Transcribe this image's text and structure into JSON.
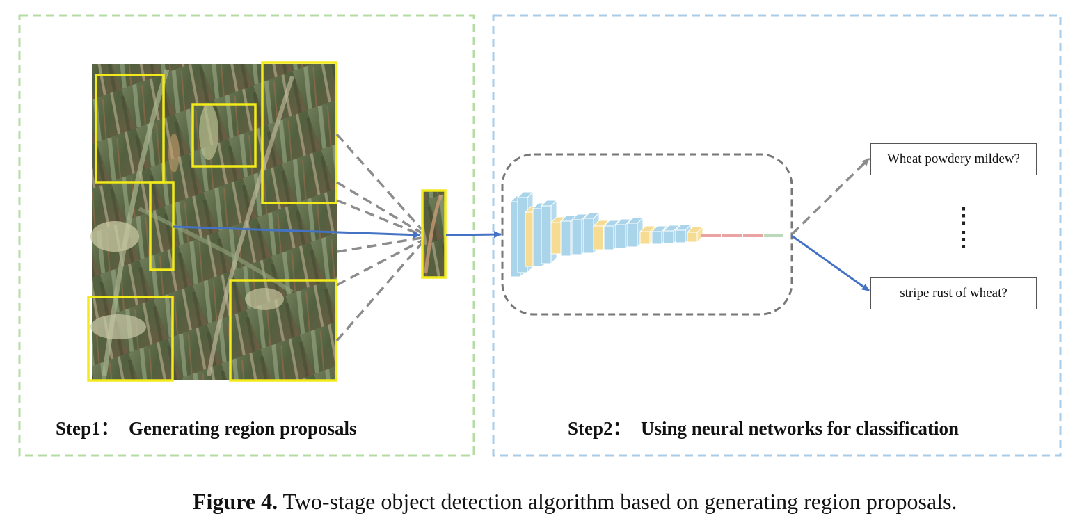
{
  "step1": {
    "label": "Step1：  Generating region proposals"
  },
  "step2": {
    "label": "Step2：  Using neural networks for classification"
  },
  "outputs": [
    {
      "label": "Wheat powdery mildew?"
    },
    {
      "label": "stripe rust of wheat?"
    }
  ],
  "ellipsis": "⋮",
  "caption": {
    "figure_label": "Figure 4.",
    "text": " Two-stage object detection algorithm based on generating region proposals."
  },
  "colors": {
    "step1_border": "#b6dca6",
    "step2_border": "#a9cde8",
    "proposal_box": "#f2ea1a",
    "solid_arrow": "#4472c4",
    "dashed_arrow": "#8c8c8c",
    "conv_blue": "#a9d4ea",
    "conv_yellow": "#f6dc92",
    "fc_red": "#e9a3a3",
    "fc_green": "#bcd9bc"
  }
}
